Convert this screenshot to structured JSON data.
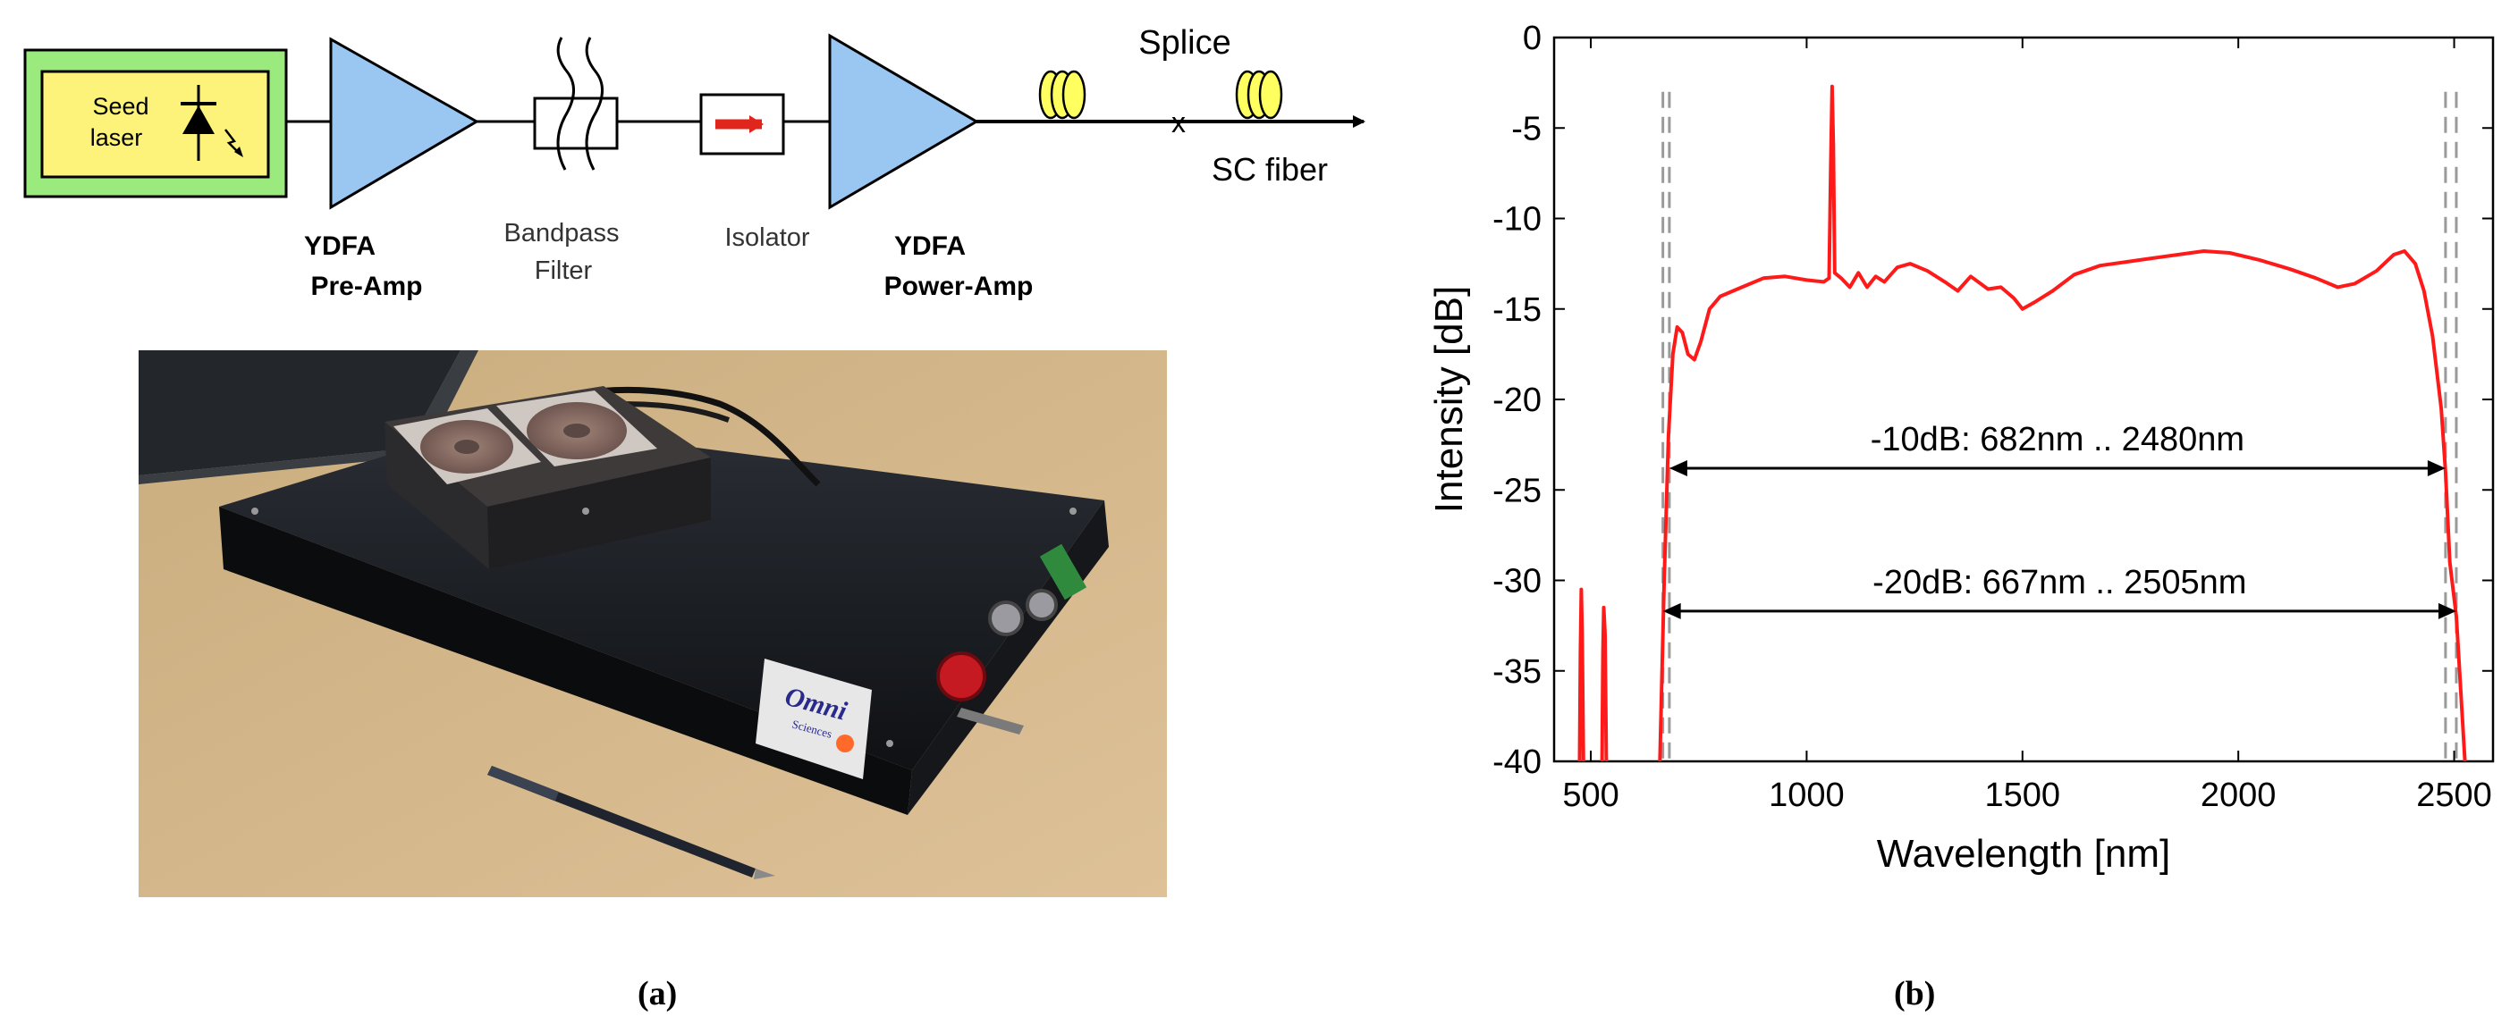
{
  "figure_a": {
    "caption": "(a)",
    "diagram": {
      "seed_label_line1": "Seed",
      "seed_label_line2": "laser",
      "preamp_label_line1": "YDFA",
      "preamp_label_line2": "Pre-Amp",
      "filter_label_line1": "Bandpass",
      "filter_label_line2": "Filter",
      "isolator_label": "Isolator",
      "poweramp_label_line1": "YDFA",
      "poweramp_label_line2": "Power-Amp",
      "splice_label": "Splice",
      "splice_mark": "x",
      "fiber_label": "SC fiber"
    },
    "photo": {
      "brand_line1": "Omni",
      "brand_line2": "Sciences"
    }
  },
  "figure_b": {
    "caption": "(b)",
    "colors": {
      "spectrum": "#ff1a1a",
      "markers": "#9a9a9a",
      "arrows": "#000000"
    }
  },
  "chart_data": {
    "type": "line",
    "title": "",
    "xlabel": "Wavelength [nm]",
    "ylabel": "Intensity [dB]",
    "xlim": [
      415,
      2590
    ],
    "ylim": [
      -40,
      0
    ],
    "xticks": [
      500,
      1000,
      1500,
      2000,
      2500
    ],
    "yticks": [
      0,
      -5,
      -10,
      -15,
      -20,
      -25,
      -30,
      -35,
      -40
    ],
    "grid": false,
    "series": [
      {
        "color": "#ff1a1a",
        "segments": [
          [
            [
              474,
              -40
            ],
            [
              476,
              -34
            ],
            [
              478,
              -30.5
            ],
            [
              480,
              -33
            ],
            [
              483,
              -40
            ]
          ],
          [
            [
              526,
              -40
            ],
            [
              528,
              -34
            ],
            [
              530,
              -31.5
            ],
            [
              533,
              -33
            ],
            [
              536,
              -40
            ]
          ],
          [
            [
              660,
              -40
            ],
            [
              670,
              -30
            ],
            [
              680,
              -22
            ],
            [
              690,
              -17.5
            ],
            [
              700,
              -16
            ],
            [
              712,
              -16.3
            ],
            [
              725,
              -17.5
            ],
            [
              740,
              -17.8
            ],
            [
              755,
              -16.8
            ],
            [
              775,
              -15
            ],
            [
              800,
              -14.3
            ],
            [
              850,
              -13.8
            ],
            [
              900,
              -13.3
            ],
            [
              950,
              -13.2
            ],
            [
              1000,
              -13.4
            ],
            [
              1040,
              -13.5
            ],
            [
              1052,
              -13.3
            ],
            [
              1056,
              -7
            ],
            [
              1059,
              -2.7
            ],
            [
              1062,
              -6
            ],
            [
              1065,
              -13
            ],
            [
              1080,
              -13.3
            ],
            [
              1100,
              -13.8
            ],
            [
              1120,
              -13
            ],
            [
              1140,
              -13.8
            ],
            [
              1160,
              -13.2
            ],
            [
              1180,
              -13.5
            ],
            [
              1210,
              -12.7
            ],
            [
              1240,
              -12.5
            ],
            [
              1280,
              -12.9
            ],
            [
              1320,
              -13.5
            ],
            [
              1350,
              -14
            ],
            [
              1380,
              -13.2
            ],
            [
              1420,
              -13.9
            ],
            [
              1450,
              -13.8
            ],
            [
              1480,
              -14.4
            ],
            [
              1500,
              -15
            ],
            [
              1530,
              -14.6
            ],
            [
              1570,
              -14
            ],
            [
              1620,
              -13.1
            ],
            [
              1680,
              -12.6
            ],
            [
              1740,
              -12.4
            ],
            [
              1800,
              -12.2
            ],
            [
              1860,
              -12
            ],
            [
              1920,
              -11.8
            ],
            [
              1980,
              -11.9
            ],
            [
              2050,
              -12.3
            ],
            [
              2120,
              -12.8
            ],
            [
              2180,
              -13.3
            ],
            [
              2230,
              -13.8
            ],
            [
              2270,
              -13.6
            ],
            [
              2320,
              -12.9
            ],
            [
              2360,
              -12
            ],
            [
              2385,
              -11.8
            ],
            [
              2410,
              -12.5
            ],
            [
              2430,
              -14
            ],
            [
              2450,
              -16.5
            ],
            [
              2470,
              -20.5
            ],
            [
              2480,
              -24
            ],
            [
              2490,
              -29
            ],
            [
              2505,
              -32
            ],
            [
              2515,
              -36
            ],
            [
              2525,
              -40
            ]
          ]
        ]
      }
    ],
    "markers": [
      667,
      682,
      2480,
      2505
    ],
    "annotations": [
      {
        "text": "-10dB: 682nm .. 2480nm",
        "from": 682,
        "to": 2480,
        "y": -23.8
      },
      {
        "text": "-20dB: 667nm .. 2505nm",
        "from": 667,
        "to": 2505,
        "y": -31.7
      }
    ]
  }
}
